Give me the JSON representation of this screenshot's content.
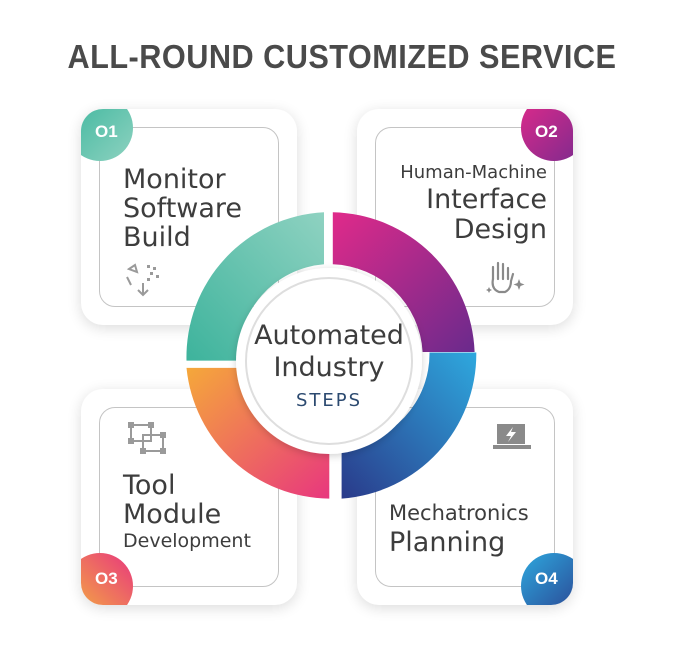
{
  "title": "ALL-ROUND CUSTOMIZED SERVICE",
  "center": {
    "line1": "Automated",
    "line2": "Industry",
    "sub": "STEPS"
  },
  "steps": [
    {
      "number": "O1",
      "lines": [
        "Monitor",
        "Software",
        "Build"
      ],
      "icon": "fragment-arrow-icon",
      "color_from": "#3cb8a0",
      "color_to": "#8fd3c2"
    },
    {
      "number": "O2",
      "lines": [
        "Human-Machine",
        "Interface",
        "Design"
      ],
      "icon": "hand-sparkle-icon",
      "color_from": "#e02a8a",
      "color_to": "#6a2a8c"
    },
    {
      "number": "O3",
      "lines": [
        "Tool",
        "Module",
        "Development"
      ],
      "icon": "module-frames-icon",
      "color_from": "#f5a23a",
      "color_to": "#e8377e"
    },
    {
      "number": "O4",
      "lines": [
        "Mechatronics",
        "Planning"
      ],
      "icon": "laptop-bolt-icon",
      "color_from": "#2ea3dc",
      "color_to": "#2a3f8f"
    }
  ]
}
